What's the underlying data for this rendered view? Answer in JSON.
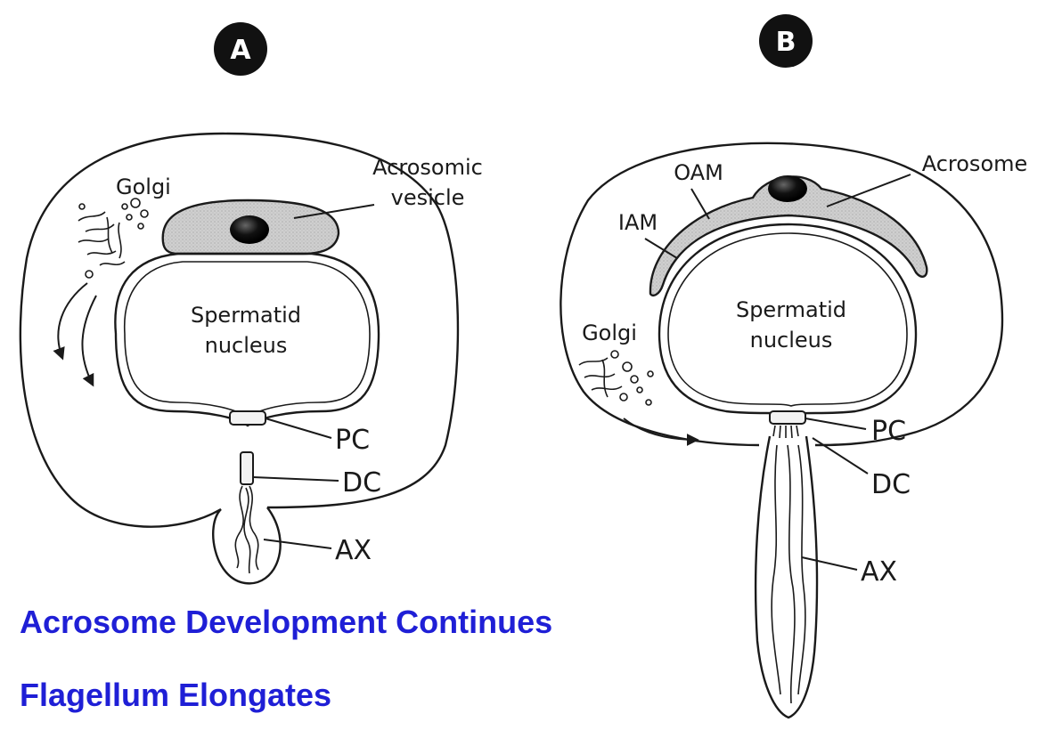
{
  "panels": {
    "a": {
      "badge": "A",
      "golgi": "Golgi",
      "acrosomic_line1": "Acrosomic",
      "acrosomic_line2": "vesicle",
      "nucleus_line1": "Spermatid",
      "nucleus_line2": "nucleus",
      "pc": "PC",
      "dc": "DC",
      "ax": "AX"
    },
    "b": {
      "badge": "B",
      "oam": "OAM",
      "iam": "IAM",
      "acrosome": "Acrosome",
      "golgi": "Golgi",
      "nucleus_line1": "Spermatid",
      "nucleus_line2": "nucleus",
      "pc": "PC",
      "dc": "DC",
      "ax": "AX"
    }
  },
  "captions": {
    "line1": "Acrosome Development Continues",
    "line2": "Flagellum Elongates"
  },
  "colors": {
    "caption": "#1f1fd6",
    "acrosome_fill": "#c8c8c8",
    "badge": "#111111"
  }
}
